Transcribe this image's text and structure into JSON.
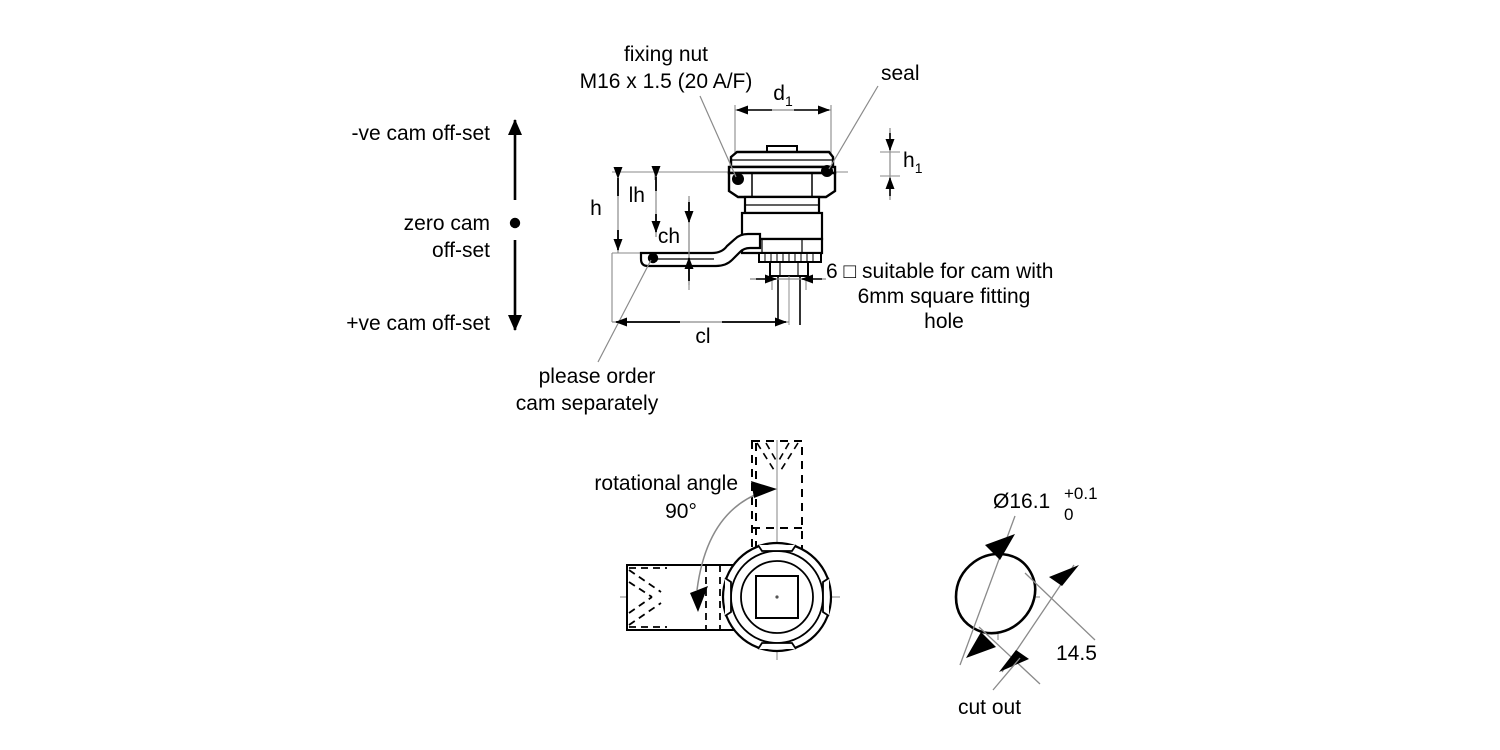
{
  "drawing": {
    "title": "Quarter turn cam lock technical drawing",
    "line_color": "#000000",
    "thin_color": "#7a7a7a",
    "background": "#ffffff"
  },
  "side_view": {
    "labels": {
      "fixing_nut_line1": "fixing nut",
      "fixing_nut_line2": "M16 x 1.5 (20 A/F)",
      "seal": "seal",
      "cam_note_line1": "please order",
      "cam_note_line2": "cam separately",
      "square_note_line1": "6 □ suitable for cam with",
      "square_note_line2": "6mm square fitting",
      "square_note_line3": "hole"
    },
    "dimensions": {
      "d1": "d",
      "d1_sub": "1",
      "h1": "h",
      "h1_sub": "1",
      "h": "h",
      "lh": "lh",
      "ch": "ch",
      "cl": "cl"
    }
  },
  "offset_scale": {
    "negative": "-ve cam off-set",
    "zero_line1": "zero cam",
    "zero_line2": "off-set",
    "positive": "+ve cam off-set"
  },
  "plan_view": {
    "rotational_angle_label": "rotational angle",
    "rotational_angle_value": "90°"
  },
  "cutout_view": {
    "diameter": "Ø16.1",
    "tolerance_upper": "+0.1",
    "tolerance_lower": "0",
    "across_flats": "14.5",
    "caption": "cut out"
  }
}
